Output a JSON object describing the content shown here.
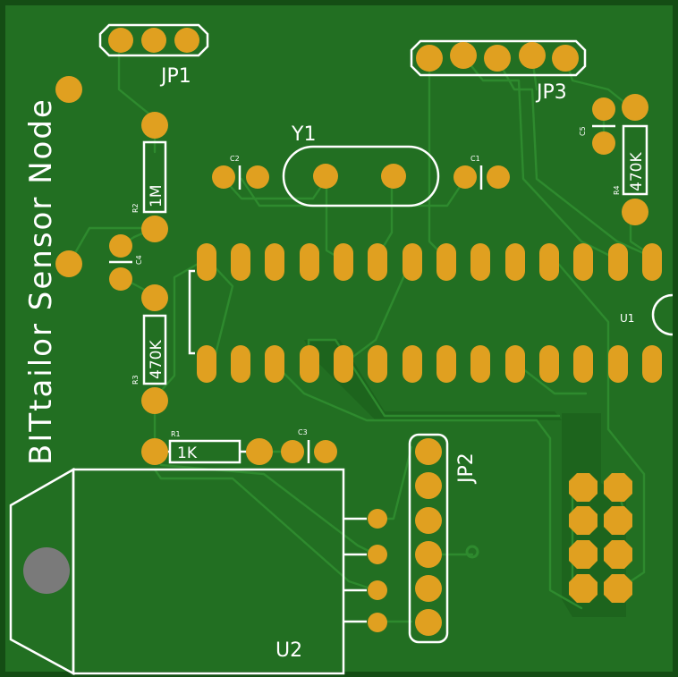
{
  "board": {
    "title_line": "BITtailor Sensor Node",
    "colors": {
      "substrate": "#226f22",
      "copper_fill": "#2a7d2a",
      "pad": "#e0a020",
      "silkscreen": "#ffffff",
      "edge": "#144d14"
    }
  },
  "labels": {
    "jp1": "JP1",
    "jp2": "JP2",
    "jp3": "JP3",
    "y1": "Y1",
    "u1": "U1",
    "u2": "U2",
    "r1": "R1",
    "r2": "R2",
    "r3": "R3",
    "r4": "R4",
    "c1": "C1",
    "c2": "C2",
    "c3": "C3",
    "c4": "C4",
    "c5": "C5",
    "r1_value": "1K",
    "r2_value": "1M",
    "r3_value": "470K",
    "r4_value": "470K"
  }
}
